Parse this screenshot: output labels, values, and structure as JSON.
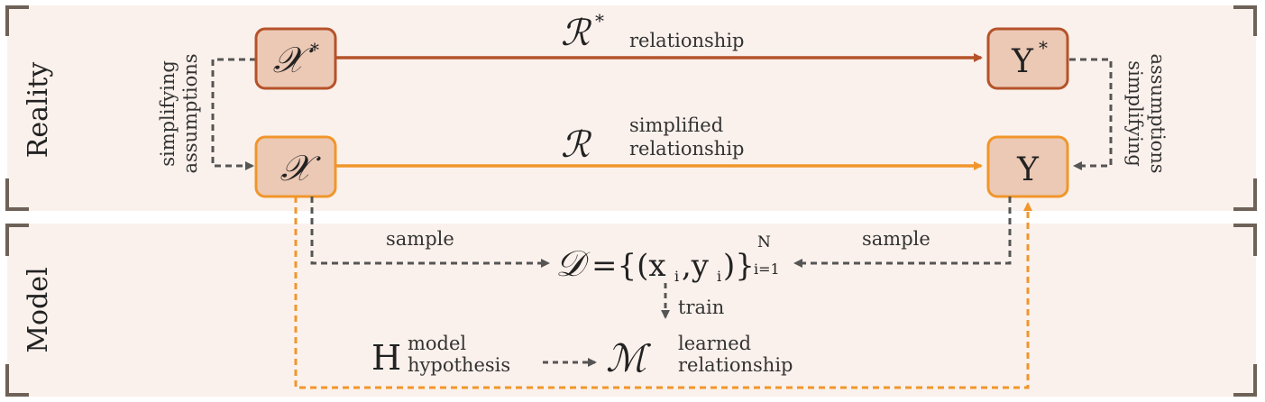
{
  "bands": {
    "reality": "Reality",
    "model": "Model"
  },
  "nodes": {
    "x_star": {
      "symbol": "𝒳",
      "sup": "*"
    },
    "y_star": {
      "symbol": "Y",
      "sup": "*"
    },
    "x": {
      "symbol": "𝒳"
    },
    "y": {
      "symbol": "Y"
    }
  },
  "relations": {
    "r_star_symbol": "ℛ",
    "r_star_sup": "*",
    "r_star_label": "relationship",
    "r_symbol": "ℛ",
    "r_label_line1": "simplified",
    "r_label_line2": "relationship"
  },
  "side_labels": {
    "left_line1": "simplifying",
    "left_line2": "assumptions",
    "right_line1": "simplifying",
    "right_line2": "assumptions"
  },
  "dataset": {
    "symbol": "𝒟",
    "formula": "={(x",
    "sub_i": "i",
    "comma_y": ",y",
    "sub_i2": "i",
    "close": ")}",
    "sup_n": "N",
    "sub_range": "i=1"
  },
  "edges": {
    "sample_left": "sample",
    "sample_right": "sample",
    "train": "train"
  },
  "hypothesis": {
    "symbol": "H",
    "line1": "model",
    "line2": "hypothesis"
  },
  "learned": {
    "symbol": "ℳ",
    "line1": "learned",
    "line2": "relationship"
  },
  "colors": {
    "dark_orange": "#b5522a",
    "orange": "#f0962b",
    "node_fill": "#ecc9b5",
    "band_fill": "#fbf1ec",
    "bracket": "#6e6258",
    "dashed_gray": "#555555"
  }
}
